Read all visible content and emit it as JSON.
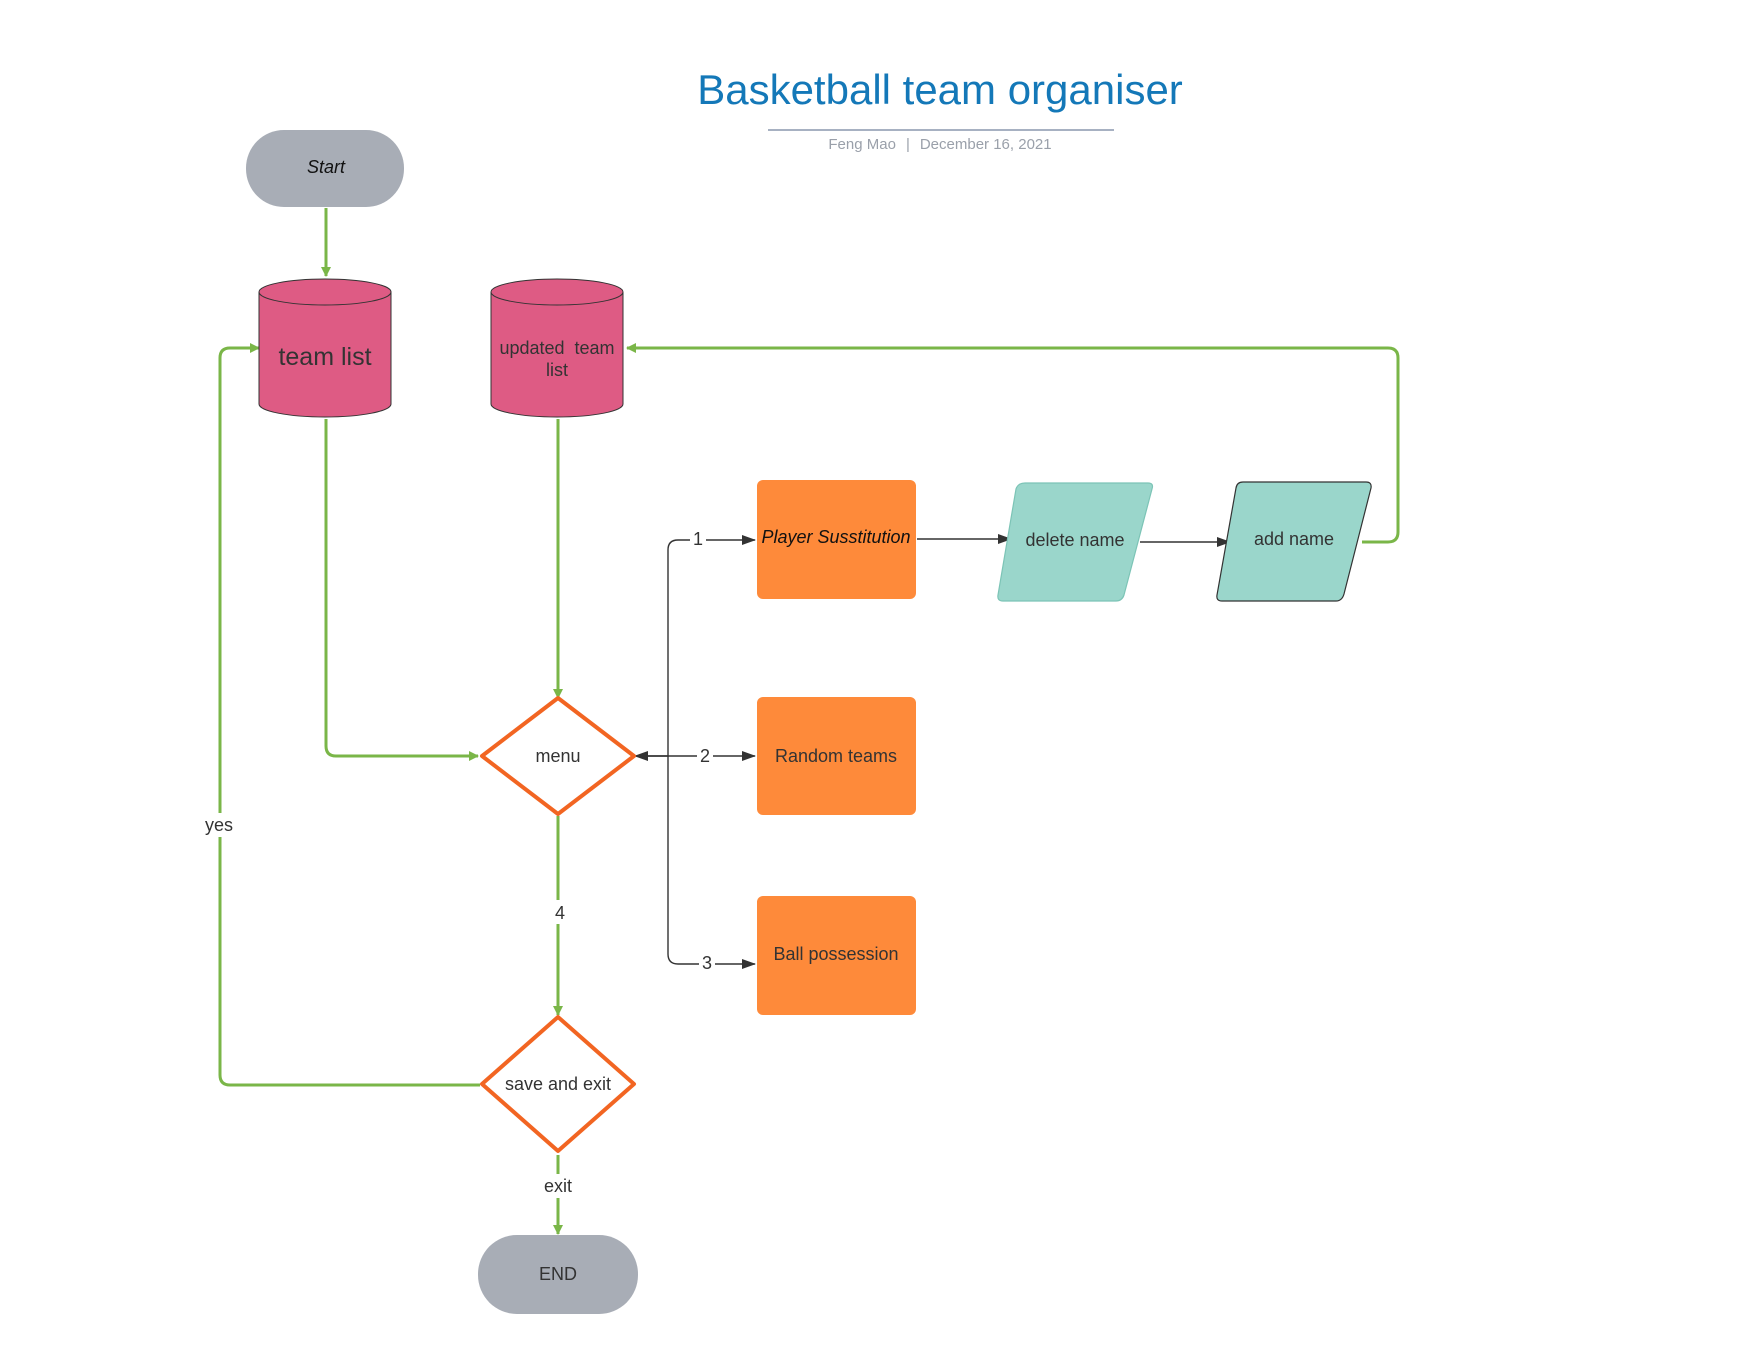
{
  "header": {
    "title": "Basketball team organiser",
    "author": "Feng Mao",
    "separator": "|",
    "date": "December 16, 2021"
  },
  "nodes": {
    "start": "Start",
    "team_list": "team list",
    "updated_team_list_line1": "updated  team",
    "updated_team_list_line2": "list",
    "menu": "menu",
    "player_substitution": "Player Susstitution",
    "delete_name": "delete name",
    "add_name": "add name",
    "random_teams": "Random teams",
    "ball_possession": "Ball possession",
    "save_and_exit": "save and exit",
    "end": "END"
  },
  "edge_labels": {
    "option_1": "1",
    "option_2": "2",
    "option_3": "3",
    "option_4": "4",
    "yes": "yes",
    "exit": "exit"
  },
  "colors": {
    "terminal": "#a8adb6",
    "database": "#de5b84",
    "process": "#fe8a3a",
    "io": "#9ad6cb",
    "decision_stroke": "#f26522",
    "flow_green": "#7ab648",
    "title": "#1478b8"
  }
}
